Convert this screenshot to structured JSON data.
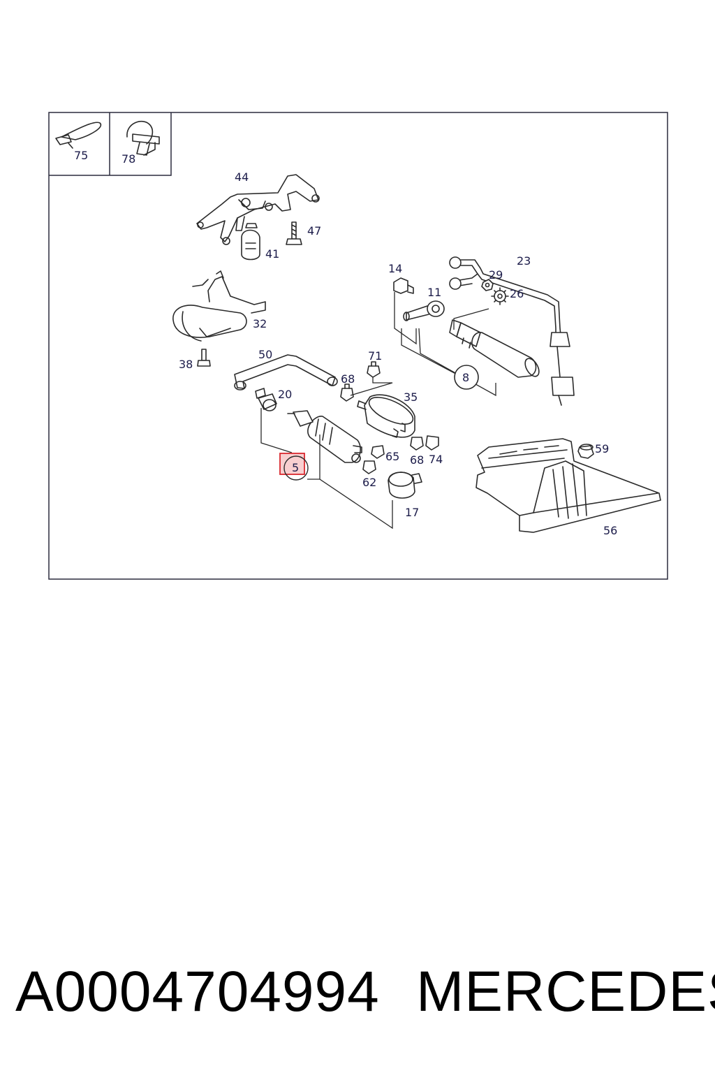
{
  "callouts": {
    "c75": "75",
    "c78": "78",
    "c44": "44",
    "c47": "47",
    "c41": "41",
    "c14": "14",
    "c23": "23",
    "c29": "29",
    "c11": "11",
    "c26": "26",
    "c32": "32",
    "c38": "38",
    "c50": "50",
    "c71": "71",
    "c8": "8",
    "c68a": "68",
    "c20": "20",
    "c35": "35",
    "c65": "65",
    "c68b": "68",
    "c74": "74",
    "c59": "59",
    "c5": "5",
    "c62": "62",
    "c17": "17",
    "c56": "56"
  },
  "highlight_color": "#d9262c",
  "footer": {
    "part_number": "A0004704994",
    "brand": "MERCEDES"
  }
}
